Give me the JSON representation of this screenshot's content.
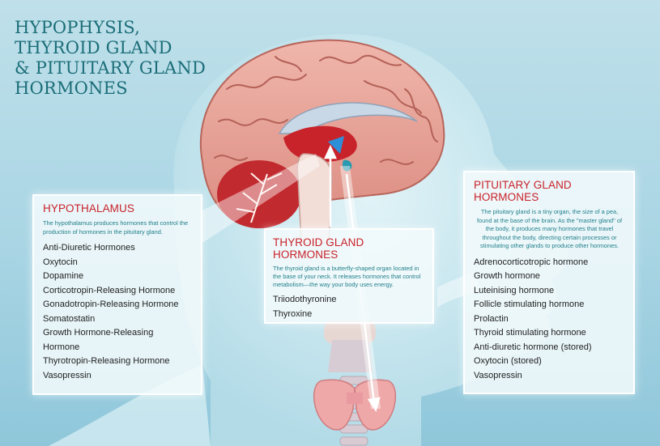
{
  "title": {
    "lines": [
      "HYPOPHYSIS,",
      "THYROID GLAND",
      "& PITUITARY GLAND",
      "HORMONES"
    ]
  },
  "hypothalamus": {
    "heading": "HYPOTHALAMUS",
    "description": "The hypothalamus produces hormones that control the production of hormones in the pituitary gland.",
    "items": [
      "Anti-Diuretic Hormones",
      "Oxytocin",
      "Dopamine",
      "Corticotropin-Releasing Hormone",
      "Gonadotropin-Releasing Hormone",
      "Somatostatin",
      "Growth Hormone-Releasing",
      "Hormone",
      "Thyrotropin-Releasing Hormone",
      "Vasopressin"
    ]
  },
  "thyroid": {
    "heading": "THYROID GLAND HORMONES",
    "description": "The thyroid gland is a butterfly-shaped organ located in the base of your neck. It releases hormones that control metabolism—the way your body uses energy.",
    "items": [
      "Triiodothyronine",
      "Thyroxine"
    ]
  },
  "pituitary": {
    "heading": "PITUITARY GLAND HORMONES",
    "description": "The pituitary gland is a tiny organ, the size of a pea, found at the base of the brain. As the \"master gland\" of the body, it produces many hormones that travel throughout the body, directing certain processes or stimulating other glands to produce other hormones.",
    "items": [
      "Adrenocorticotropic hormone",
      "Growth hormone",
      "Luteinising hormone",
      "Follicle stimulating hormone",
      "Prolactin",
      "Thyroid stimulating hormone",
      "Anti-diuretic hormone  (stored)",
      "Oxytocin (stored)",
      "Vasopressin"
    ]
  },
  "colors": {
    "title": "#1b6e78",
    "heading": "#c9222a",
    "description": "#1f7f8a",
    "brain": "#e8a59a",
    "thyroid": "#eba7a6",
    "background": "#a9d5e4"
  }
}
